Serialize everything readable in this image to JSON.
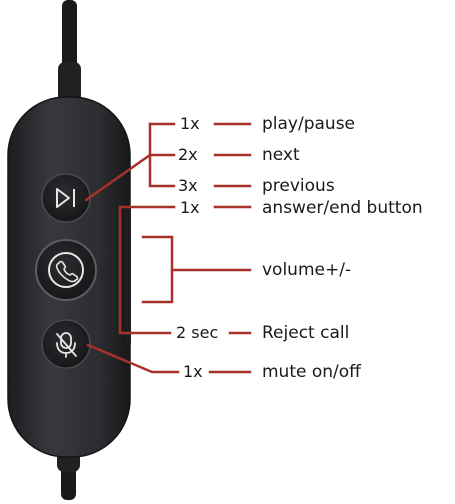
{
  "colors": {
    "leader": "#a8322a",
    "body": "#2e2f31",
    "body_edge": "#1f2022",
    "button": "#222326",
    "button_ring": "#5d5e61",
    "icon": "#e6e6e6",
    "cable": "#1a1a1a",
    "text": "#1a1a1a"
  },
  "icons": {
    "top_button": "play-pause-icon",
    "middle_button": "phone-icon",
    "bottom_button": "mic-mute-icon"
  },
  "functions": {
    "play_pause": {
      "press": "1x",
      "action": "play/pause"
    },
    "next": {
      "press": "2x",
      "action": "next"
    },
    "previous": {
      "press": "3x",
      "action": "previous"
    },
    "answer_end": {
      "press": "1x",
      "action": "answer/end button"
    },
    "volume": {
      "action": "volume+/-"
    },
    "reject": {
      "press": "2 sec",
      "action": "Reject call"
    },
    "mute": {
      "press": "1x",
      "action": "mute on/off"
    }
  }
}
